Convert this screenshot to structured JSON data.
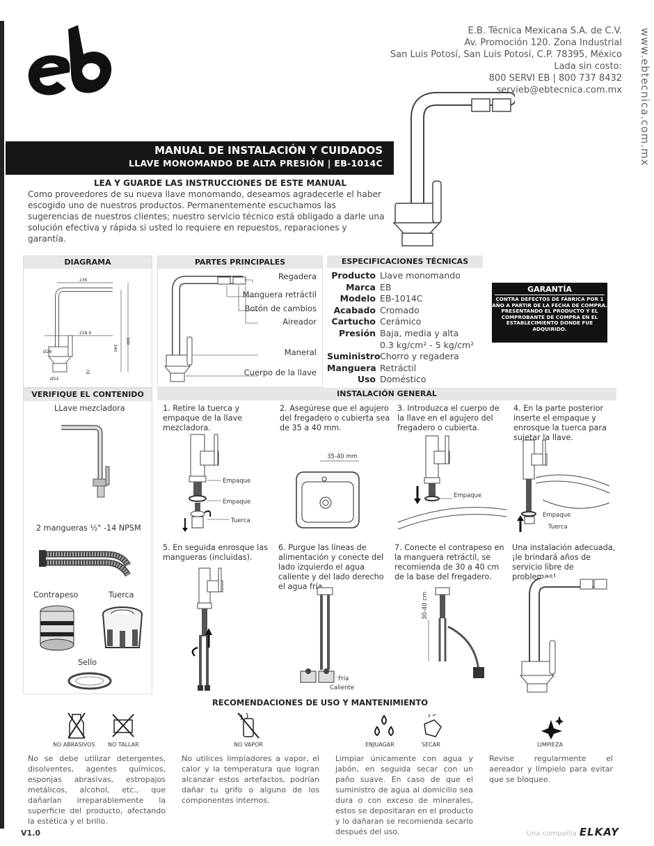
{
  "company": {
    "lines": [
      "E.B. Técnica Mexicana S.A. de C.V.",
      "Av. Promoción 120. Zona Industrial",
      "San Luis Potosí, San Luis Potosí, C.P. 78395, México",
      "Lada sin costo:",
      "800 SERVI EB | 800 737 8432",
      "servieb@ebtecnica.com.mx"
    ],
    "website": "www.ebtecnica.com.mx"
  },
  "title": {
    "line1": "MANUAL DE INSTALACIÓN Y CUIDADOS",
    "line2": "LLAVE MONOMANDO DE ALTA PRESIÓN | EB-1014C"
  },
  "intro": {
    "heading": "LEA Y GUARDE LAS INSTRUCCIONES DE ESTE MANUAL",
    "body": "Como proveedores de su nueva llave monomando, deseamos agradecerle el haber escogido uno de nuestros productos. Permanentemente escuchamos las sugerencias de nuestros clientes; nuestro servicio técnico está obligado a darle una solución efectiva y rápida si usted lo requiere en repuestos, reparaciones y garantía."
  },
  "diagram": {
    "heading": "DIAGRAMA",
    "dims": [
      "236",
      "258.9",
      "Ø28",
      "340",
      "380",
      "78",
      "Ø54"
    ]
  },
  "parts": {
    "heading": "PARTES PRINCIPALES",
    "labels": [
      "Regadera",
      "Manguera retráctil",
      "Botón de cambios",
      "Aireador",
      "Maneral",
      "Cuerpo de la llave"
    ]
  },
  "specs": {
    "heading": "ESPECIFICACIONES TÉCNICAS",
    "rows": [
      {
        "k": "Producto",
        "v": "Llave monomando"
      },
      {
        "k": "Marca",
        "v": "EB"
      },
      {
        "k": "Modelo",
        "v": "EB-1014C"
      },
      {
        "k": "Acabado",
        "v": "Cromado"
      },
      {
        "k": "Cartucho",
        "v": "Cerámico"
      },
      {
        "k": "Presión",
        "v": "Baja, media y alta"
      },
      {
        "k": "",
        "v": "0.3 kg/cm² - 5 kg/cm²"
      },
      {
        "k": "Suministro",
        "v": "Chorro y regadera"
      },
      {
        "k": "Manguera",
        "v": "Retráctil"
      },
      {
        "k": "Uso",
        "v": "Doméstico"
      }
    ]
  },
  "garantia": {
    "title": "GARANTÍA",
    "body": "CONTRA DEFECTOS DE FÁBRICA POR 1 AÑO A PARTIR DE LA FECHA DE COMPRA. PRESENTANDO EL PRODUCTO Y EL COMPROBANTE DE COMPRA EN EL ESTABLECIMIENTO DONDE FUE ADQUIRIDO."
  },
  "contents": {
    "heading": "VERIFIQUE EL CONTENIDO",
    "items": [
      "LLave mezcladora",
      "2 mangueras ½\" -14 NPSM",
      "Contrapeso",
      "Tuerca",
      "Sello"
    ]
  },
  "install": {
    "heading": "INSTALACIÓN GENERAL",
    "steps": [
      "1. Retire la tuerca y empaque de la llave mezcladora.",
      "2. Asegúrese que el agujero del fregadero o cubierta sea de 35 a 40 mm.",
      "3. Introduzca el cuerpo de la llave en el agujero del fregadero o cubierta.",
      "4. En la parte posterior inserte el empaque y enrosque la tuerca para sujetar la llave.",
      "5. En seguida enrosque las mangueras (incluidas).",
      "6. Purgue las líneas de alimentación y conecte del lado izquierdo el agua caliente y del lado derecho el agua fría.",
      "7. Conecte el contrapeso en la manguera retráctil, se recomienda de 30 a 40 cm de la base del fregadero.",
      "Una instalación adecuada, ¡le brindará años de servicio libre de problemas!"
    ],
    "labels": {
      "empaque": "Empaque",
      "tuerca": "Tuerca",
      "hole": "35-40 mm",
      "fria": "Fría",
      "caliente": "Caliente",
      "height": "30-40 cm"
    }
  },
  "recommendations": {
    "heading": "RECOMENDACIONES DE USO Y MANTENIMIENTO",
    "icons": [
      "NO ABRASIVOS",
      "NO TALLAR",
      "NO VAPOR",
      "ENJUAGAR",
      "SECAR",
      "LIMPIEZA"
    ],
    "texts": [
      "No se debe utilizar detergentes, disolventes, agentes químicos, esponjas abrasivas, estropajos metálicos, alcohol, etc., que dañarían irreparablemente la superficie del producto, afectando la estética y el brillo.",
      "No utilices limpiadores a vapor, el calor y la temperatura que logran alcanzar estos artefactos, podrían dañar tu grifo o alguno de los componentes internos.",
      "Limpiar únicamente con agua y jabón, en seguida secar con un paño suave. En caso de que el suministro de agua al domicilio sea dura o con exceso de minerales, estos se depositaran en el producto y lo dañaran se recomienda secarlo después del uso.",
      "Revise regularmente el aereador y límpielo para evitar que se bloquee."
    ]
  },
  "footer": {
    "version": "V1.0",
    "company_prefix": "Una compañía",
    "brand": "ELKAY"
  }
}
